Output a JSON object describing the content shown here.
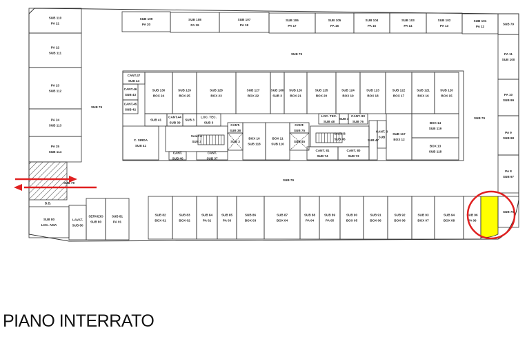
{
  "title": "PIANO INTERRATO",
  "highlight_color": "#ffff00",
  "marker_color": "#e02020",
  "corridor_labels": {
    "top": "SUB 79",
    "left": "SUB 79",
    "right": "SUB 79",
    "middle": "SUB 79",
    "entrance": "SUB 79"
  },
  "rooms": {
    "l1": [
      "SUB 110",
      "PA 21"
    ],
    "l2": [
      "PA 22",
      "SUB 111"
    ],
    "l3": [
      "PA 23",
      "SUB 112"
    ],
    "l4": [
      "PA 24",
      "SUB 113"
    ],
    "l5": [
      "PA 25",
      "SUB 114"
    ],
    "t1": [
      "SUB 109",
      "PA 20"
    ],
    "t2": [
      "SUB 108",
      "PA 19"
    ],
    "t3": [
      "SUB 107",
      "PA 18"
    ],
    "t4": [
      "SUB 106",
      "PA 17"
    ],
    "t5": [
      "SUB 105",
      "PA 16"
    ],
    "t6": [
      "SUB 104",
      "PA 15"
    ],
    "t7": [
      "SUB 103",
      "PA 14"
    ],
    "t8": [
      "SUB 102",
      "PA 13"
    ],
    "t9": [
      "SUB 101",
      "PA 12"
    ],
    "t10": [
      "SUB 79"
    ],
    "r1": [
      "PA 11",
      "SUB 100"
    ],
    "r2": [
      "PA 10",
      "SUB 99"
    ],
    "r3": [
      "PA 9",
      "SUB 98"
    ],
    "r4": [
      "PA 8",
      "SUB 97"
    ],
    "c1": [
      "CANT.47",
      "SUB 44"
    ],
    "c2": [
      "CANT.46",
      "SUB 43"
    ],
    "c3": [
      "CANT.45",
      "SUB 42"
    ],
    "c4": [
      "SUB 130",
      "BOX 24"
    ],
    "c5": [
      "SUB 129",
      "BOX 25"
    ],
    "c6": [
      "SUB 128",
      "BOX 23"
    ],
    "c7": [
      "SUB 127",
      "BOX 22"
    ],
    "c8": [
      "SUB 180",
      "SUB 3"
    ],
    "c9": [
      "SUB 126",
      "BOX 21"
    ],
    "c10": [
      "SUB 125",
      "BOX 20"
    ],
    "c11": [
      "SUB 124",
      "BOX 19"
    ],
    "c12": [
      "SUB 123",
      "BOX 18"
    ],
    "c13": [
      "SUB 122",
      "BOX 17"
    ],
    "c14": [
      "SUB 121",
      "BOX 16"
    ],
    "c15": [
      "SUB 120",
      "BOX 15"
    ],
    "c16": [
      "SUB 41"
    ],
    "c17": [
      "CANT.44",
      "SUB 39"
    ],
    "c18": [
      "SUB 3"
    ],
    "c19": [
      "LOC. TEC.",
      "SUB 3"
    ],
    "c20": [
      "C. SIRDA",
      "SUB 41"
    ],
    "c21": [
      "Scala A",
      "SUB 3"
    ],
    "c22": [
      "CANT.",
      "SUB 40"
    ],
    "c23": [
      "CANT.",
      "SUB 37"
    ],
    "c24": [
      "CANT.",
      "SUB 38"
    ],
    "c25": [
      "SUB 3"
    ],
    "c26": [
      "BOX 10",
      "SUB 118"
    ],
    "c27": [
      "BOX 11",
      "SUB 116"
    ],
    "c28": [
      "CANT.",
      "SUB 75"
    ],
    "c29": [
      "SUB 45"
    ],
    "c30": [
      "LOC. TEC.",
      "SUB 48"
    ],
    "c31": [
      "SUB 4"
    ],
    "c32": [
      "CANT. 83",
      "SUB 76"
    ],
    "c33": [
      "Scala B",
      "SUB 45"
    ],
    "c34": [
      "CANT. 81",
      "SUB 74"
    ],
    "c35": [
      "CANT. 80",
      "SUB 73"
    ],
    "c36": [
      "SUB 47"
    ],
    "c37": [
      "CANT. 8",
      "SUB"
    ],
    "c38": [
      "SUB 117",
      "BOX 12"
    ],
    "c39": [
      "BOX 14",
      "SUB 119"
    ],
    "c40": [
      "BOX 13",
      "SUB 118"
    ],
    "b1": [
      "SUB 80",
      "LOC. AMA"
    ],
    "b2": [
      "B.B."
    ],
    "b3": [
      "LAVAT.",
      "SUB 80"
    ],
    "b4": [
      "SERVIZIO",
      "SUB 80"
    ],
    "b5": [
      "SUB 81",
      "PA 01"
    ],
    "b6": [
      "SUB 82",
      "BOX 01"
    ],
    "b7": [
      "SUB 83",
      "BOX 02"
    ],
    "b8": [
      "SUB 84",
      "PA 02"
    ],
    "b9": [
      "SUB 85",
      "PA 03"
    ],
    "b10": [
      "SUB 86",
      "BOX 03"
    ],
    "b11": [
      "SUB 87",
      "BOX 04"
    ],
    "b12": [
      "SUB 88",
      "PA 04"
    ],
    "b13": [
      "SUB 89",
      "PA 05"
    ],
    "b14": [
      "SUB 90",
      "BOX 05"
    ],
    "b15": [
      "SUB 91",
      "BOX 06"
    ],
    "b16": [
      "SUB 92",
      "BOX 06"
    ],
    "b17": [
      "SUB 93",
      "BOX 07"
    ],
    "b18": [
      "SUB 94",
      "BOX 08"
    ],
    "b19": [
      "SUB 96",
      "PA 06"
    ],
    "b20": [
      "SUB 79"
    ]
  }
}
